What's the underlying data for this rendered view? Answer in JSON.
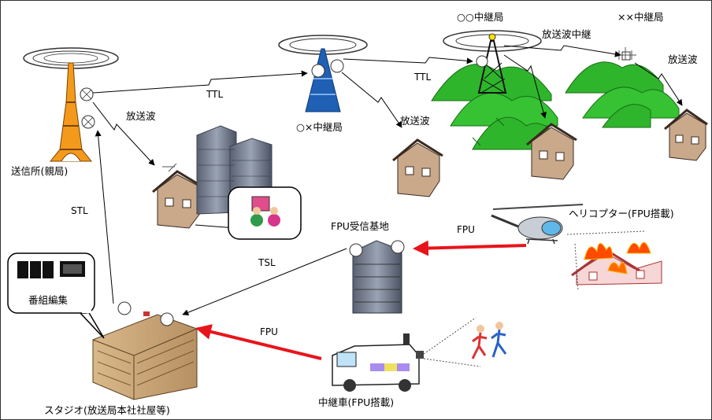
{
  "stations": {
    "transmitter": "送信所(親局)",
    "relay_ox": "○×中継局",
    "relay_oo": "○○中継局",
    "relay_xx": "××中継局",
    "fpu_base": "FPU受信基地",
    "helicopter": "ヘリコプター(FPU搭載)",
    "relay_car": "中継車(FPU搭載)",
    "studio": "スタジオ(放送局本社社屋等)",
    "program_edit": "番組編集"
  },
  "links": {
    "ttl_1": "TTL",
    "ttl_2": "TTL",
    "stl": "STL",
    "tsl": "TSL",
    "fpu_heli": "FPU",
    "fpu_car": "FPU",
    "broadcast_1": "放送波",
    "broadcast_2": "放送波",
    "broadcast_relay": "放送波中継",
    "broadcast_3": "放送波"
  },
  "colors": {
    "fpu_arrow": "#e8141b",
    "mountain": "#2fb52c",
    "tower_blue": "#1f5fb4"
  }
}
